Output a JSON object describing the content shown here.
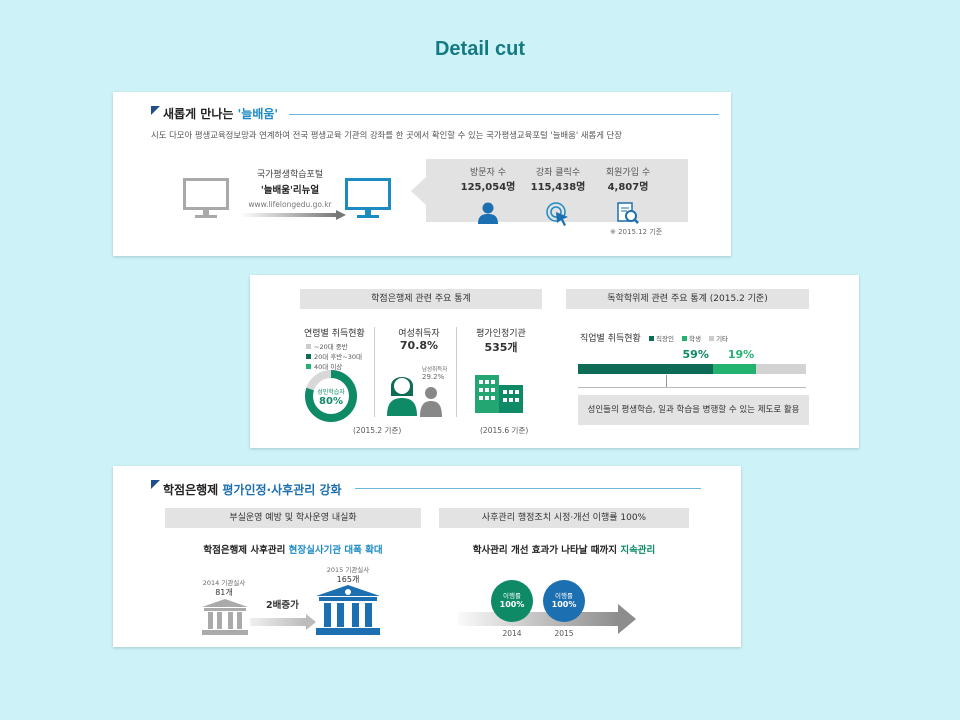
{
  "page_title": "Detail cut",
  "colors": {
    "background": "#cdf3f8",
    "accent_blue": "#1c8bc3",
    "accent_green": "#0e8a67",
    "light_green": "#24b271",
    "teal": "#157b83"
  },
  "card1": {
    "heading_prefix": "새롭게 만나는 ",
    "heading_highlight": "'늘배움'",
    "description": "시도 다모아 평생교육정보망과 연계하여 전국 평생교육 기관의 강좌를 한 곳에서 확인할 수 있는 국가평생교육포털 '늘배움' 새롭게 단장",
    "portal_line1": "국가평생학습포털",
    "portal_line2": "'늘배움'리뉴얼",
    "portal_url": "www.lifelongedu.go.kr",
    "stats": [
      {
        "label": "방문자 수",
        "value": "125,054명",
        "icon": "user-icon"
      },
      {
        "label": "강좌 클릭수",
        "value": "115,438명",
        "icon": "click-icon"
      },
      {
        "label": "회원가입 수",
        "value": "4,807명",
        "icon": "document-search-icon"
      }
    ],
    "note": "※ 2015.12 기준"
  },
  "card2": {
    "left_header": "학점은행제 관련 주요 통계",
    "right_header": "독학학위제 관련 주요 통계 (2015.2 기준)",
    "age_title": "연령별 취득현황",
    "age_legend": [
      "~20대 중반",
      "20대 후반~30대",
      "40대 이상"
    ],
    "age_center_label": "성인학습자",
    "age_center_value": "80%",
    "age_donut_pct": 80,
    "female_title": "여성취득자",
    "female_value": "70.8%",
    "male_label": "남성취득자",
    "male_value": "29.2%",
    "org_title": "평가인정기관",
    "org_value": "535개",
    "date_left": "(2015.2 기준)",
    "date_right": "(2015.6 기준)",
    "job_title": "직업별 취득현황",
    "job_legend": [
      "직장인",
      "학생",
      "기타"
    ],
    "job_values": [
      {
        "label": "59%",
        "value": 59
      },
      {
        "label": "19%",
        "value": 19
      }
    ],
    "job_caption": "성인들의 평생학습, 일과 학습을 병행할 수 있는 제도로 활용"
  },
  "card3": {
    "heading_prefix": "학점은행제 ",
    "heading_highlight": "평가인정·사후관리 강화",
    "left_header": "부실운영 예방 및 학사운영 내실화",
    "left_sub_prefix": "학점은행제 사후관리 ",
    "left_sub_highlight": "현장실사기관 대폭 확대",
    "y2014_label": "2014 기관실사",
    "y2014_value": "81개",
    "growth": "2배증가",
    "y2015_label": "2015 기관실사",
    "y2015_value": "165개",
    "right_header": "사후관리 행정조치 시정·개선 이행률 100%",
    "right_sub_prefix": "학사관리 개선 효과가 나타날 때까지 ",
    "right_sub_highlight": "지속관리",
    "circles": [
      {
        "label": "이행률",
        "value": "100%",
        "year": "2014"
      },
      {
        "label": "이행률",
        "value": "100%",
        "year": "2015"
      }
    ]
  }
}
